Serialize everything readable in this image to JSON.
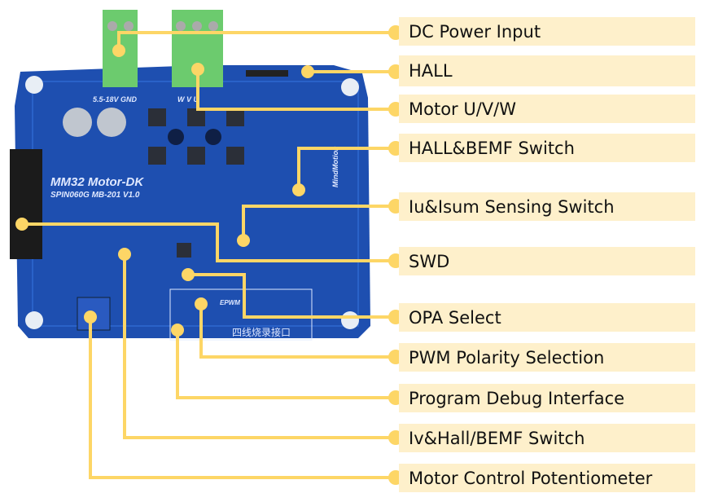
{
  "colors": {
    "callout": "#FDD666",
    "label_bg": "#FEF0CB",
    "board": "#1E4FB0",
    "terminal": "#6CCB6E"
  },
  "board": {
    "title": "MM32  Motor-DK",
    "subtitle": "SPIN060G  MB-201 V1.0",
    "power_marking": "5.5-18V  GND",
    "phase_marking": "W    V    U",
    "brand": "MindMotion",
    "epwm_marking": "EPWM",
    "debug_marking": "四线烧录接口"
  },
  "callouts": [
    {
      "label": "DC Power Input"
    },
    {
      "label": "HALL"
    },
    {
      "label": "Motor U/V/W"
    },
    {
      "label": "HALL&BEMF Switch"
    },
    {
      "label": "Iu&Isum Sensing Switch"
    },
    {
      "label": "SWD"
    },
    {
      "label": "OPA Select"
    },
    {
      "label": "PWM Polarity Selection"
    },
    {
      "label": "Program Debug Interface"
    },
    {
      "label": "Iv&Hall/BEMF Switch"
    },
    {
      "label": "Motor Control Potentiometer"
    }
  ]
}
